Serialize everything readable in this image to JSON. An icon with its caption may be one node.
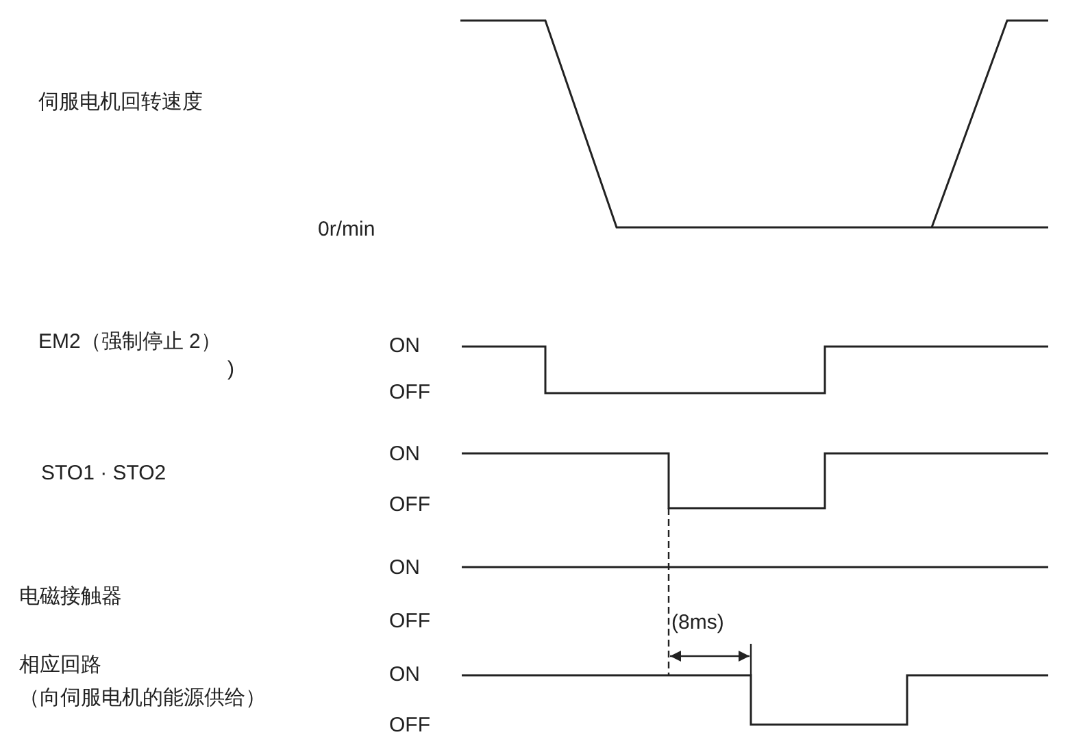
{
  "diagram": {
    "labels": [
      "伺服电机回转速度",
      "0r/min",
      "EM2（强制停止 2）",
      "ON",
      ")",
      "OFF",
      "ON",
      "STO1 · STO2",
      "OFF",
      "ON",
      "电磁接触器",
      "OFF",
      "(8ms)",
      "相应回路",
      "ON",
      "（向伺服电机的能源供给）",
      "OFF"
    ]
  }
}
